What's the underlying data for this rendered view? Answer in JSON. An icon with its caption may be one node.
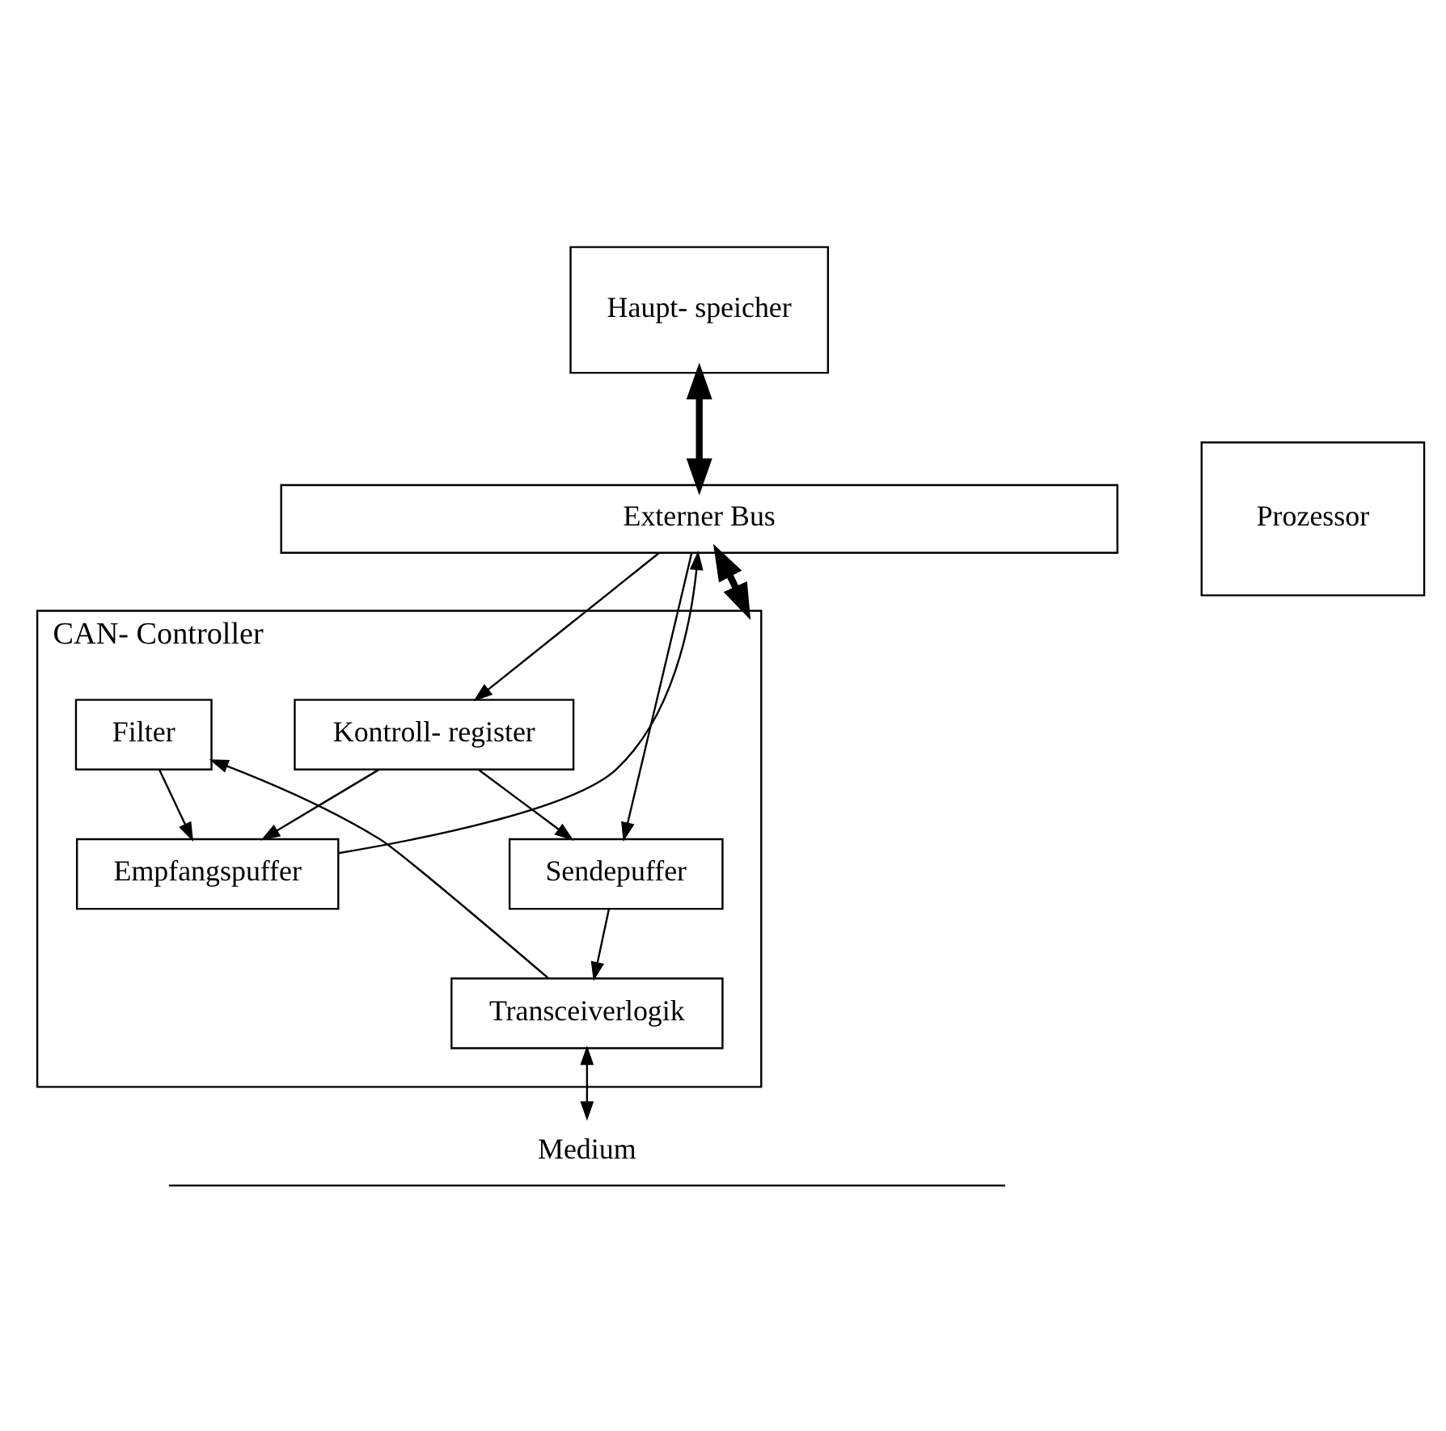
{
  "diagram": {
    "nodes": [
      {
        "text": [
          "Haupt- speicher"
        ]
      },
      {
        "text": [
          "Prozessor"
        ]
      },
      {
        "text": [
          "Externer Bus"
        ]
      },
      {
        "text": [
          "CAN- Controller"
        ]
      },
      {
        "text": [
          "Kontroll- register"
        ],
        "in": 3
      },
      {
        "text": [
          "Empfangspuffer"
        ],
        "in": 3
      },
      {
        "text": [
          "Sendepuffer"
        ],
        "in": 3
      },
      {
        "text": [
          "Filter"
        ],
        "in": 3
      },
      {
        "text": [
          "Transceiverlogik"
        ],
        "in": 3
      },
      {
        "text": [
          "Medium"
        ]
      }
    ],
    "edges": [
      {
        "from": 0,
        "to": 2,
        "arrow": "both",
        "style": "thick"
      },
      {
        "from": 2,
        "to": 3,
        "arrow": "both",
        "style": "thick"
      },
      {
        "from": 2,
        "to": 4,
        "arrow": "to"
      },
      {
        "from": 2,
        "to": 6,
        "arrow": "to"
      },
      {
        "from": 5,
        "to": 2,
        "arrow": "to"
      },
      {
        "from": 4,
        "to": 6,
        "arrow": "to"
      },
      {
        "from": 4,
        "to": 5,
        "arrow": "to"
      },
      {
        "from": 6,
        "to": 8,
        "arrow": "to"
      },
      {
        "from": 8,
        "to": 7,
        "arrow": "to"
      },
      {
        "from": 7,
        "to": 5,
        "arrow": "to"
      },
      {
        "from": 8,
        "to": 9,
        "arrow": "both"
      }
    ]
  }
}
